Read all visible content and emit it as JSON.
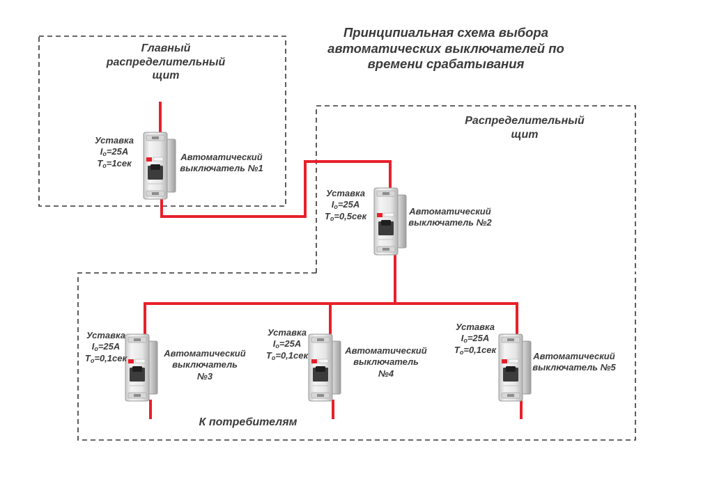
{
  "title": {
    "lines": [
      "Принципиальная схема выбора",
      "автоматических выключателей  по",
      "времени срабатывания"
    ]
  },
  "main_panel": {
    "label_lines": [
      "Главный",
      "распределительный",
      "щит"
    ]
  },
  "dist_panel": {
    "label_lines": [
      "Распределительный",
      "щит"
    ]
  },
  "consumers_label": "К потребителям",
  "breakers": [
    {
      "setting": {
        "title": "Уставка",
        "current": "=25А",
        "time": "=1сек"
      },
      "name_lines": [
        "Автоматический",
        "выключатель №1"
      ]
    },
    {
      "setting": {
        "title": "Уставка",
        "current": "=25А",
        "time": "=0,5сек"
      },
      "name_lines": [
        "Автоматический",
        "выключатель №2"
      ]
    },
    {
      "setting": {
        "title": "Уставка",
        "current": "=25А",
        "time": "=0,1сек"
      },
      "name_lines": [
        "Автоматический",
        "выключатель",
        "№3"
      ]
    },
    {
      "setting": {
        "title": "Уставка",
        "current": "=25А",
        "time": "=0,1сек"
      },
      "name_lines": [
        "Автоматический",
        "выключатель",
        "№4"
      ]
    },
    {
      "setting": {
        "title": "Уставка",
        "current": "=25А",
        "time": "=0,1сек"
      },
      "name_lines": [
        "Автоматический",
        "выключатель №5"
      ]
    }
  ],
  "symbols": {
    "current": "I",
    "time": "T",
    "subscript": "о"
  },
  "colors": {
    "wire": "#e8202a",
    "border": "#333333",
    "text": "#3a3a3a"
  }
}
